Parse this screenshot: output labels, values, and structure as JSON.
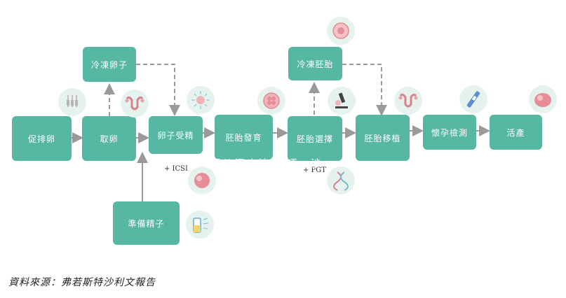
{
  "steps": {
    "stimulation": "促排卵",
    "retrieval": "取卵",
    "fertilization": "卵子受精",
    "development": "胚胎發育",
    "selection": "胚胎選擇",
    "transfer": "胚胎移植",
    "pregnancy_test": "懷孕檢測",
    "birth": "活產"
  },
  "branches": {
    "freeze_eggs": "冷凍卵子",
    "freeze_embryos": "冷凍胚胎",
    "sperm_prep": "準備精子"
  },
  "annotations": {
    "icsi": "+ ICSI",
    "pgt": "+ PGT"
  },
  "overlay_text": "现儿温痘法  事项：涉",
  "source": "資料來源：弗若斯特沙利文報告",
  "colors": {
    "box": "#56b7a2",
    "box_light": "#d4ece5",
    "arrow": "#9a9a9a",
    "icon_bg": "#e5f2ee"
  },
  "icons": [
    "syringes-icon",
    "uterus-icon",
    "sperm-egg-icon",
    "embryo-icon",
    "egg-cell-icon",
    "microscope-icon",
    "dna-icon",
    "uterus-icon",
    "pregnancy-test-icon",
    "fetus-icon",
    "sperm-vial-icon",
    "cell-icon"
  ]
}
